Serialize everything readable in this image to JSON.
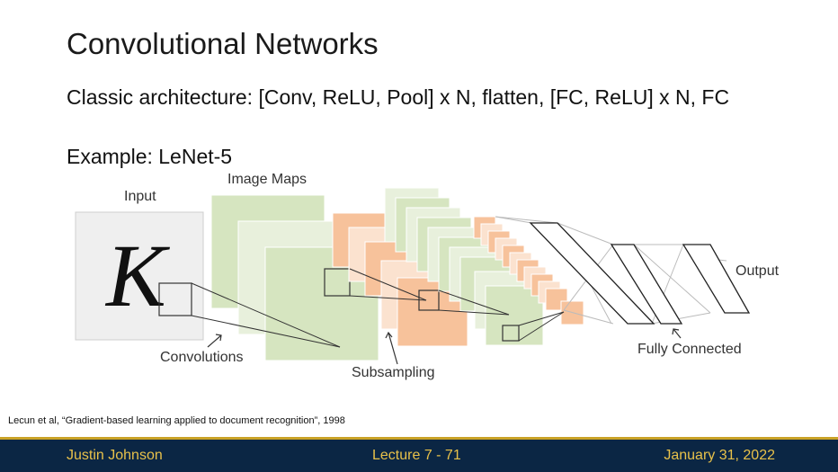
{
  "slide": {
    "title": "Convolutional Networks",
    "subtitle": "Classic architecture: [Conv, ReLU, Pool] x N, flatten, [FC, ReLU] x N, FC",
    "example": "Example: LeNet-5"
  },
  "diagram": {
    "input_label": "Input",
    "input_glyph": "K",
    "image_maps_label": "Image Maps",
    "convolutions_label": "Convolutions",
    "subsampling_label": "Subsampling",
    "output_label": "Output",
    "fully_connected_label": "Fully Connected",
    "colors": {
      "green": "#d6e5c0",
      "green_light": "#e8f0dc",
      "orange": "#f7c29b",
      "orange_light": "#fbe2cf",
      "input_bg": "#efefef"
    }
  },
  "citation": "Lecun et al, “Gradient-based learning applied to document recognition”, 1998",
  "footer": {
    "author": "Justin Johnson",
    "lecture": "Lecture 7 - 71",
    "date": "January 31, 2022"
  }
}
